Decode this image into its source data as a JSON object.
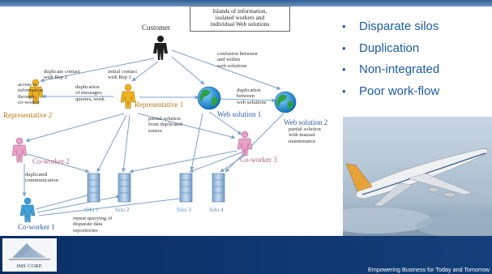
{
  "slide": {
    "bullets": [
      "Disparate silos",
      "Duplication",
      "Non-integrated",
      "Poor work-flow"
    ],
    "footer_tagline": "Empowering Business for Today and Tomorrow",
    "logo_text": "IMS CORP."
  },
  "diagram": {
    "islands_box": [
      "Islands of information,",
      "isolated workers and",
      "individual Web solutions"
    ],
    "nodes": {
      "customer": "Customer",
      "representative_1": "Representative 1",
      "representative_2": "Representative 2",
      "coworker_1": "Co-worker 1",
      "coworker_2": "Co-worker 2",
      "coworker_3": "Co-worker 3",
      "web_solution_1": "Web solution 1",
      "web_solution_2": "Web solution 2",
      "silos": [
        "Silo 1",
        "Silo 2",
        "Silo 3",
        "Silo 4"
      ]
    },
    "annotations": {
      "duplicate_contact": [
        "duplicate contact",
        "with Rep 2"
      ],
      "initial_contact": [
        "initial contact",
        "with Rep 1"
      ],
      "confusion": [
        "confusion between",
        "and within",
        "web solutions"
      ],
      "access_info": [
        "access to",
        "information",
        "through",
        "co-worker"
      ],
      "duplication_messages": [
        "duplication",
        "of messages,",
        "queries, work"
      ],
      "duplication_web": [
        "duplication",
        "between",
        "web solutions"
      ],
      "partial_duplicated": [
        "partial solution",
        "from duplicated",
        "source"
      ],
      "partial_manual": [
        "partial solution",
        "with manual",
        "maintenance"
      ],
      "duplicated_communication": [
        "duplicated",
        "communication"
      ],
      "repeat_querying": [
        "repeat querying of",
        "disparate data",
        "repositories"
      ]
    }
  }
}
